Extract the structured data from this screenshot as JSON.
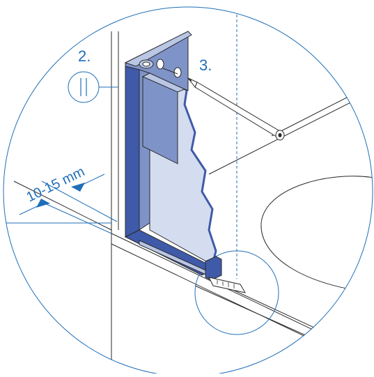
{
  "labels": {
    "step_2": "2.",
    "step_3": "3.",
    "dimension": "10-15 mm"
  },
  "colors": {
    "line": "#1f6fb8",
    "dark_line": "#2a2a2a",
    "frame_dark": "#3f5aa8",
    "frame_mid": "#7e93c8",
    "frame_light": "#b9c6e4",
    "glass": "#d4ddef",
    "text": "#1f6fb8"
  }
}
